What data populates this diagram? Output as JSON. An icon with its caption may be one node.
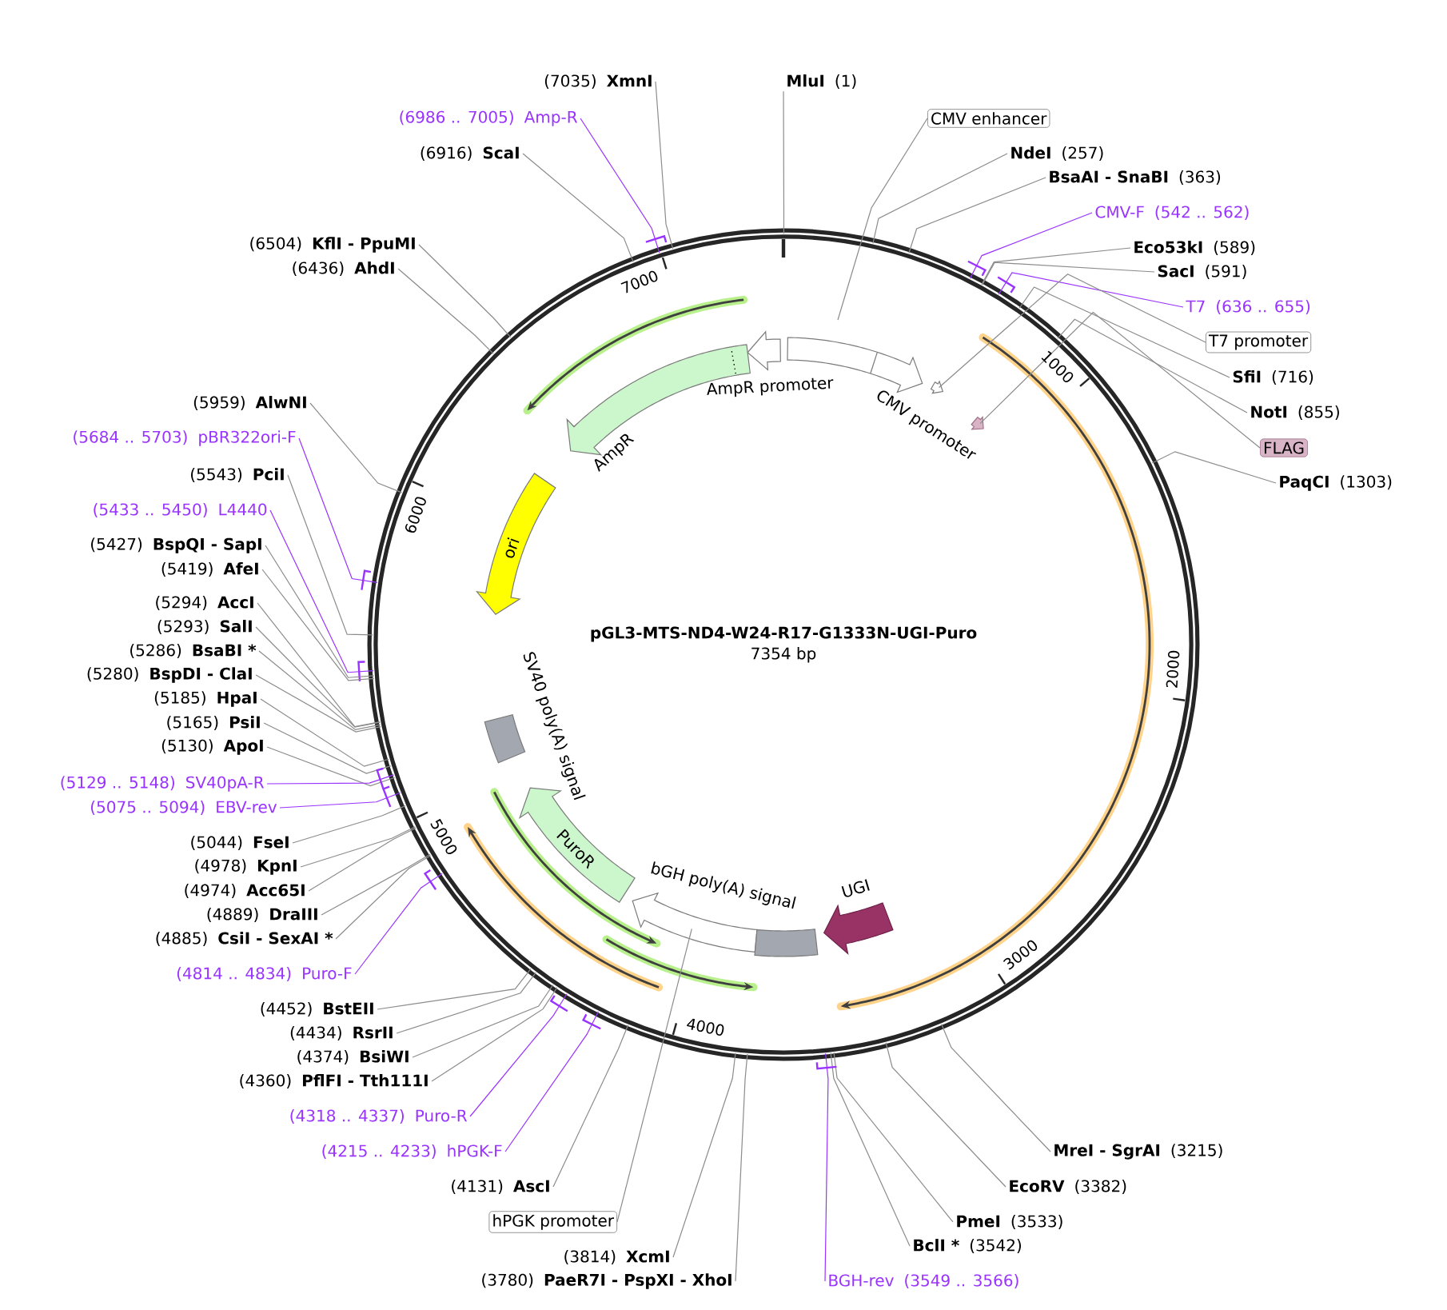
{
  "diagram": {
    "nodes": [
      {
        "text": [
          "pGL3-MTS-ND4-W24-R17-G1333N-UGI-Puro",
          "7354 bp"
        ]
      },
      {
        "text": [
          "AmpR promoter"
        ],
        "in": 0
      },
      {
        "text": [
          "CMV promoter"
        ],
        "in": 0
      },
      {
        "text": [],
        "shape": "arrow",
        "in": 0
      },
      {
        "text": [],
        "shape": "arrow",
        "in": 0
      },
      {
        "text": [
          "AmpR"
        ],
        "in": 0
      },
      {
        "text": [
          "ori"
        ],
        "in": 0
      },
      {
        "text": [
          "SV40 poly(A) signal"
        ],
        "in": 0
      },
      {
        "text": [
          "PuroR"
        ],
        "in": 0
      },
      {
        "text": [],
        "shape": "arrow",
        "in": 0
      },
      {
        "text": [
          "bGH poly(A) signal"
        ],
        "in": 0
      },
      {
        "text": [
          "UGI"
        ],
        "in": 0
      },
      {
        "text": [
          "(7035)",
          "XmnI"
        ]
      },
      {
        "text": [
          "(6986 .. 7005)",
          "Amp-R"
        ]
      },
      {
        "text": [
          "(6916)",
          "ScaI"
        ]
      },
      {
        "text": [
          "(6504)",
          "KflI - PpuMI"
        ]
      },
      {
        "text": [
          "(6436)",
          "AhdI"
        ]
      },
      {
        "text": [
          "(5959)",
          "AlwNI"
        ]
      },
      {
        "text": [
          "(5684 .. 5703)",
          "pBR322ori-F"
        ]
      },
      {
        "text": [
          "(5543)",
          "PciI"
        ]
      },
      {
        "text": [
          "(5433 .. 5450)",
          "L4440"
        ]
      },
      {
        "text": [
          "(5427)",
          "BspQI - SapI"
        ]
      },
      {
        "text": [
          "(5419)",
          "AfeI"
        ]
      },
      {
        "text": [
          "(5294)",
          "AccI"
        ]
      },
      {
        "text": [
          "(5293)",
          "SalI"
        ]
      },
      {
        "text": [
          "(5286)",
          "BsaBI *"
        ]
      },
      {
        "text": [
          "(5280)",
          "BspDI - ClaI"
        ]
      },
      {
        "text": [
          "(5185)",
          "HpaI"
        ]
      },
      {
        "text": [
          "(5165)",
          "PsiI"
        ]
      },
      {
        "text": [
          "(5130)",
          "ApoI"
        ]
      },
      {
        "text": [
          "(5129 .. 5148)",
          "SV40pA-R"
        ]
      },
      {
        "text": [
          "(5075 .. 5094)",
          "EBV-rev"
        ]
      },
      {
        "text": [
          "(5044)",
          "FseI"
        ]
      },
      {
        "text": [
          "(4978)",
          "KpnI"
        ]
      },
      {
        "text": [
          "(4974)",
          "Acc65I"
        ]
      },
      {
        "text": [
          "(4889)",
          "DraIII"
        ]
      },
      {
        "text": [
          "(4885)",
          "CsiI - SexAI *"
        ]
      },
      {
        "text": [
          "(4814 .. 4834)",
          "Puro-F"
        ]
      },
      {
        "text": [
          "(4452)",
          "BstEII"
        ]
      },
      {
        "text": [
          "(4434)",
          "RsrII"
        ]
      },
      {
        "text": [
          "(4374)",
          "BsiWI"
        ]
      },
      {
        "text": [
          "(4360)",
          "PflFI - Tth111I"
        ]
      },
      {
        "text": [
          "(4318 .. 4337)",
          "Puro-R"
        ]
      },
      {
        "text": [
          "(4215 .. 4233)",
          "hPGK-F"
        ]
      },
      {
        "text": [
          "(4131)",
          "AscI"
        ]
      },
      {
        "text": [
          "hPGK promoter"
        ]
      },
      {
        "text": [
          "(3814)",
          "XcmI"
        ]
      },
      {
        "text": [
          "(3780)",
          "PaeR7I - PspXI - XhoI"
        ]
      },
      {
        "text": [
          "MluI",
          "(1)"
        ]
      },
      {
        "text": [
          "CMV enhancer"
        ]
      },
      {
        "text": [
          "NdeI",
          "(257)"
        ]
      },
      {
        "text": [
          "BsaAI - SnaBI",
          "(363)"
        ]
      },
      {
        "text": [
          "CMV-F",
          "(542 .. 562)"
        ]
      },
      {
        "text": [
          "Eco53kI",
          "(589)"
        ]
      },
      {
        "text": [
          "SacI",
          "(591)"
        ]
      },
      {
        "text": [
          "T7",
          "(636 .. 655)"
        ]
      },
      {
        "text": [
          "T7 promoter"
        ]
      },
      {
        "text": [
          "SfiI",
          "(716)"
        ]
      },
      {
        "text": [
          "NotI",
          "(855)"
        ]
      },
      {
        "text": [
          "FLAG"
        ]
      },
      {
        "text": [
          "PaqCI",
          "(1303)"
        ]
      },
      {
        "text": [
          "MreI - SgrAI",
          "(3215)"
        ]
      },
      {
        "text": [
          "EcoRV",
          "(3382)"
        ]
      },
      {
        "text": [
          "PmeI",
          "(3533)"
        ]
      },
      {
        "text": [
          "BclI *",
          "(3542)"
        ]
      },
      {
        "text": [
          "BGH-rev",
          "(3549 .. 3566)"
        ]
      }
    ],
    "edges": [
      {
        "from": 12,
        "to": 0,
        "arrow": "none"
      },
      {
        "from": 13,
        "to": 0,
        "arrow": "none",
        "color": "#9933ff"
      },
      {
        "from": 14,
        "to": 0,
        "arrow": "none"
      },
      {
        "from": 15,
        "to": 0,
        "arrow": "none"
      },
      {
        "from": 16,
        "to": 0,
        "arrow": "none"
      },
      {
        "from": 17,
        "to": 0,
        "arrow": "none"
      },
      {
        "from": 18,
        "to": 0,
        "arrow": "none",
        "color": "#9933ff"
      },
      {
        "from": 19,
        "to": 0,
        "arrow": "none"
      },
      {
        "from": 20,
        "to": 0,
        "arrow": "none",
        "color": "#9933ff"
      },
      {
        "from": 21,
        "to": 0,
        "arrow": "none"
      },
      {
        "from": 22,
        "to": 0,
        "arrow": "none"
      },
      {
        "from": 23,
        "to": 0,
        "arrow": "none"
      },
      {
        "from": 24,
        "to": 0,
        "arrow": "none"
      },
      {
        "from": 25,
        "to": 0,
        "arrow": "none"
      },
      {
        "from": 26,
        "to": 0,
        "arrow": "none"
      },
      {
        "from": 27,
        "to": 0,
        "arrow": "none"
      },
      {
        "from": 28,
        "to": 0,
        "arrow": "none"
      },
      {
        "from": 29,
        "to": 0,
        "arrow": "none"
      },
      {
        "from": 30,
        "to": 0,
        "arrow": "none",
        "color": "#9933ff"
      },
      {
        "from": 31,
        "to": 0,
        "arrow": "none",
        "color": "#9933ff"
      },
      {
        "from": 32,
        "to": 0,
        "arrow": "none"
      },
      {
        "from": 33,
        "to": 0,
        "arrow": "none"
      },
      {
        "from": 34,
        "to": 0,
        "arrow": "none"
      },
      {
        "from": 35,
        "to": 0,
        "arrow": "none"
      },
      {
        "from": 36,
        "to": 0,
        "arrow": "none"
      },
      {
        "from": 37,
        "to": 0,
        "arrow": "none",
        "color": "#9933ff"
      },
      {
        "from": 38,
        "to": 0,
        "arrow": "none"
      },
      {
        "from": 39,
        "to": 0,
        "arrow": "none"
      },
      {
        "from": 40,
        "to": 0,
        "arrow": "none"
      },
      {
        "from": 41,
        "to": 0,
        "arrow": "none"
      },
      {
        "from": 42,
        "to": 0,
        "arrow": "none",
        "color": "#9933ff"
      },
      {
        "from": 43,
        "to": 0,
        "arrow": "none",
        "color": "#9933ff"
      },
      {
        "from": 44,
        "to": 0,
        "arrow": "none"
      },
      {
        "from": 45,
        "to": 9,
        "arrow": "none"
      },
      {
        "from": 46,
        "to": 0,
        "arrow": "none"
      },
      {
        "from": 47,
        "to": 0,
        "arrow": "none"
      },
      {
        "from": 48,
        "to": 0,
        "arrow": "none"
      },
      {
        "from": 49,
        "to": null,
        "arrow": "none"
      },
      {
        "from": 50,
        "to": 0,
        "arrow": "none"
      },
      {
        "from": 51,
        "to": 0,
        "arrow": "none"
      },
      {
        "from": 52,
        "to": 0,
        "arrow": "none",
        "color": "#9933ff"
      },
      {
        "from": 53,
        "to": 0,
        "arrow": "none"
      },
      {
        "from": 54,
        "to": 0,
        "arrow": "none"
      },
      {
        "from": 55,
        "to": 0,
        "arrow": "none",
        "color": "#9933ff"
      },
      {
        "from": 56,
        "to": 3,
        "arrow": "none"
      },
      {
        "from": 57,
        "to": 0,
        "arrow": "none"
      },
      {
        "from": 58,
        "to": 0,
        "arrow": "none"
      },
      {
        "from": 59,
        "to": 4,
        "arrow": "none"
      },
      {
        "from": 60,
        "to": 0,
        "arrow": "none"
      },
      {
        "from": 61,
        "to": 0,
        "arrow": "none"
      },
      {
        "from": 62,
        "to": 0,
        "arrow": "none"
      },
      {
        "from": 63,
        "to": 0,
        "arrow": "none"
      },
      {
        "from": 64,
        "to": 0,
        "arrow": "none"
      },
      {
        "from": 65,
        "to": 0,
        "arrow": "none",
        "color": "#9933ff"
      }
    ],
    "labels": [
      "1000",
      "2000",
      "3000",
      "4000",
      "5000",
      "6000",
      "7000"
    ]
  }
}
